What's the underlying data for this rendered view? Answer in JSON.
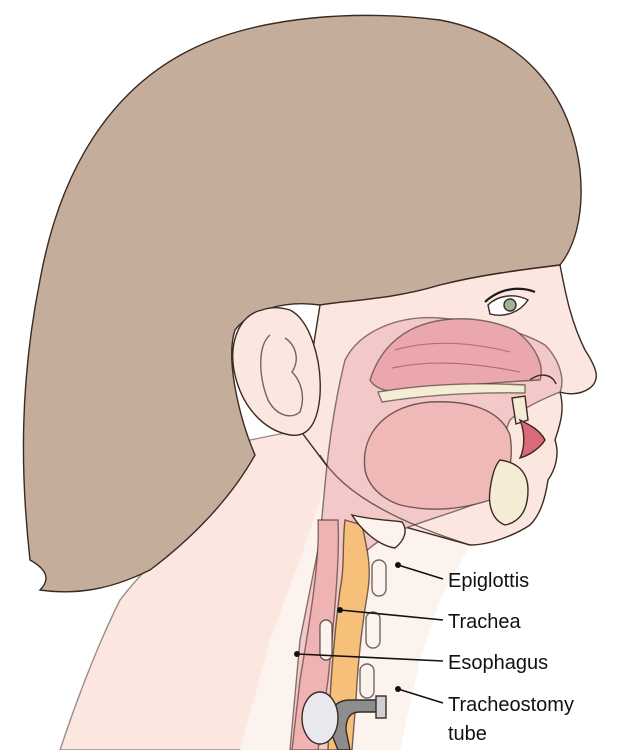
{
  "labels": {
    "epiglottis": "Epiglottis",
    "trachea": "Trachea",
    "esophagus": "Esophagus",
    "tracheostomy_line1": "Tracheostomy",
    "tracheostomy_line2": "tube"
  },
  "colors": {
    "hair": "#c4ae9b",
    "skin": "#fbe7df",
    "skin_light": "#fdf3ee",
    "tissue_pink": "#eaa8ae",
    "tissue_light": "#f3c8c8",
    "tongue": "#f1b8b8",
    "trachea_orange": "#f6c07a",
    "esophagus_pink": "#f0b3b3",
    "tube_gray": "#8d8d8d",
    "cuff": "#e8e8ee",
    "teeth": "#f5ecd5",
    "eye_iris": "#9fb59a"
  }
}
